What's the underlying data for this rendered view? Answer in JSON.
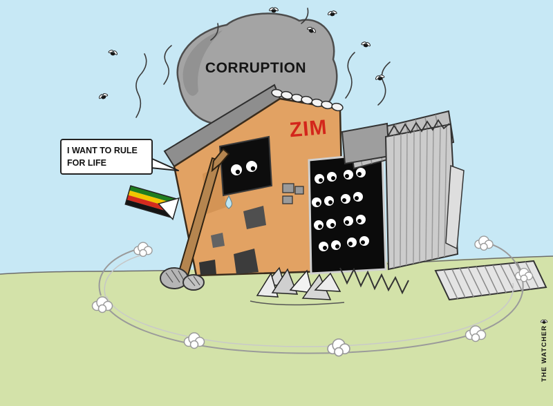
{
  "scene": {
    "corruption_label": "CORRUPTION",
    "building_label": "ZIM",
    "speech_bubble": {
      "lines": [
        "I WANT TO RULE",
        "FOR LIFE"
      ]
    },
    "signature": "THE WATCHER"
  },
  "colors": {
    "sky": "#c7e8f5",
    "ground": "#d3e2a9",
    "boulder": "#a4a4a4",
    "boulder_shadow": "#8d8d8d",
    "wall": "#e2a263",
    "roof_eave": "#8e8e8e",
    "door": "#0b0b0b",
    "metal_light": "#cccccc",
    "metal_mid": "#c0c0c0",
    "metal_dark": "#9e9e9e",
    "zim_red": "#d3261b",
    "wood": "#b5854f",
    "flag_green": "#1f7d1f",
    "flag_yellow": "#f2c500",
    "flag_red": "#d42b1e",
    "flag_black": "#141414",
    "outline": "#222222",
    "speech_text": "#111111"
  }
}
